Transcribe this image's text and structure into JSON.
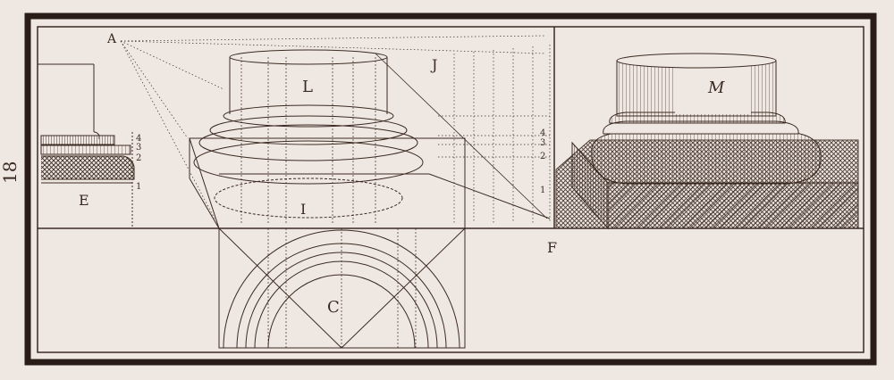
{
  "page_number": "18",
  "letters": {
    "a": "A",
    "e": "E",
    "l": "L",
    "j": "J",
    "i": "I",
    "f": "F",
    "c": "C",
    "m": "M"
  },
  "profile_numbers": [
    "4",
    "3",
    "2",
    "1"
  ],
  "scale_numbers": [
    "4",
    "3",
    "2",
    "1"
  ],
  "colors": {
    "paper": "#efe8e2",
    "ink": "#3b2a22",
    "frame": "#2a1d17"
  }
}
